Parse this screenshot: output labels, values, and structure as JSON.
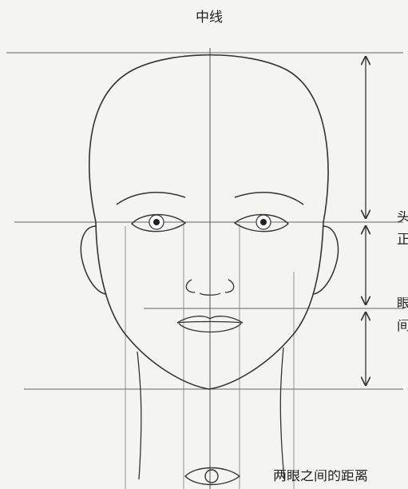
{
  "labels": {
    "midline": "中线",
    "right_upper": [
      "头",
      "正"
    ],
    "right_lower": [
      "眼",
      "间"
    ],
    "bottom": "两眼之间的距离"
  }
}
